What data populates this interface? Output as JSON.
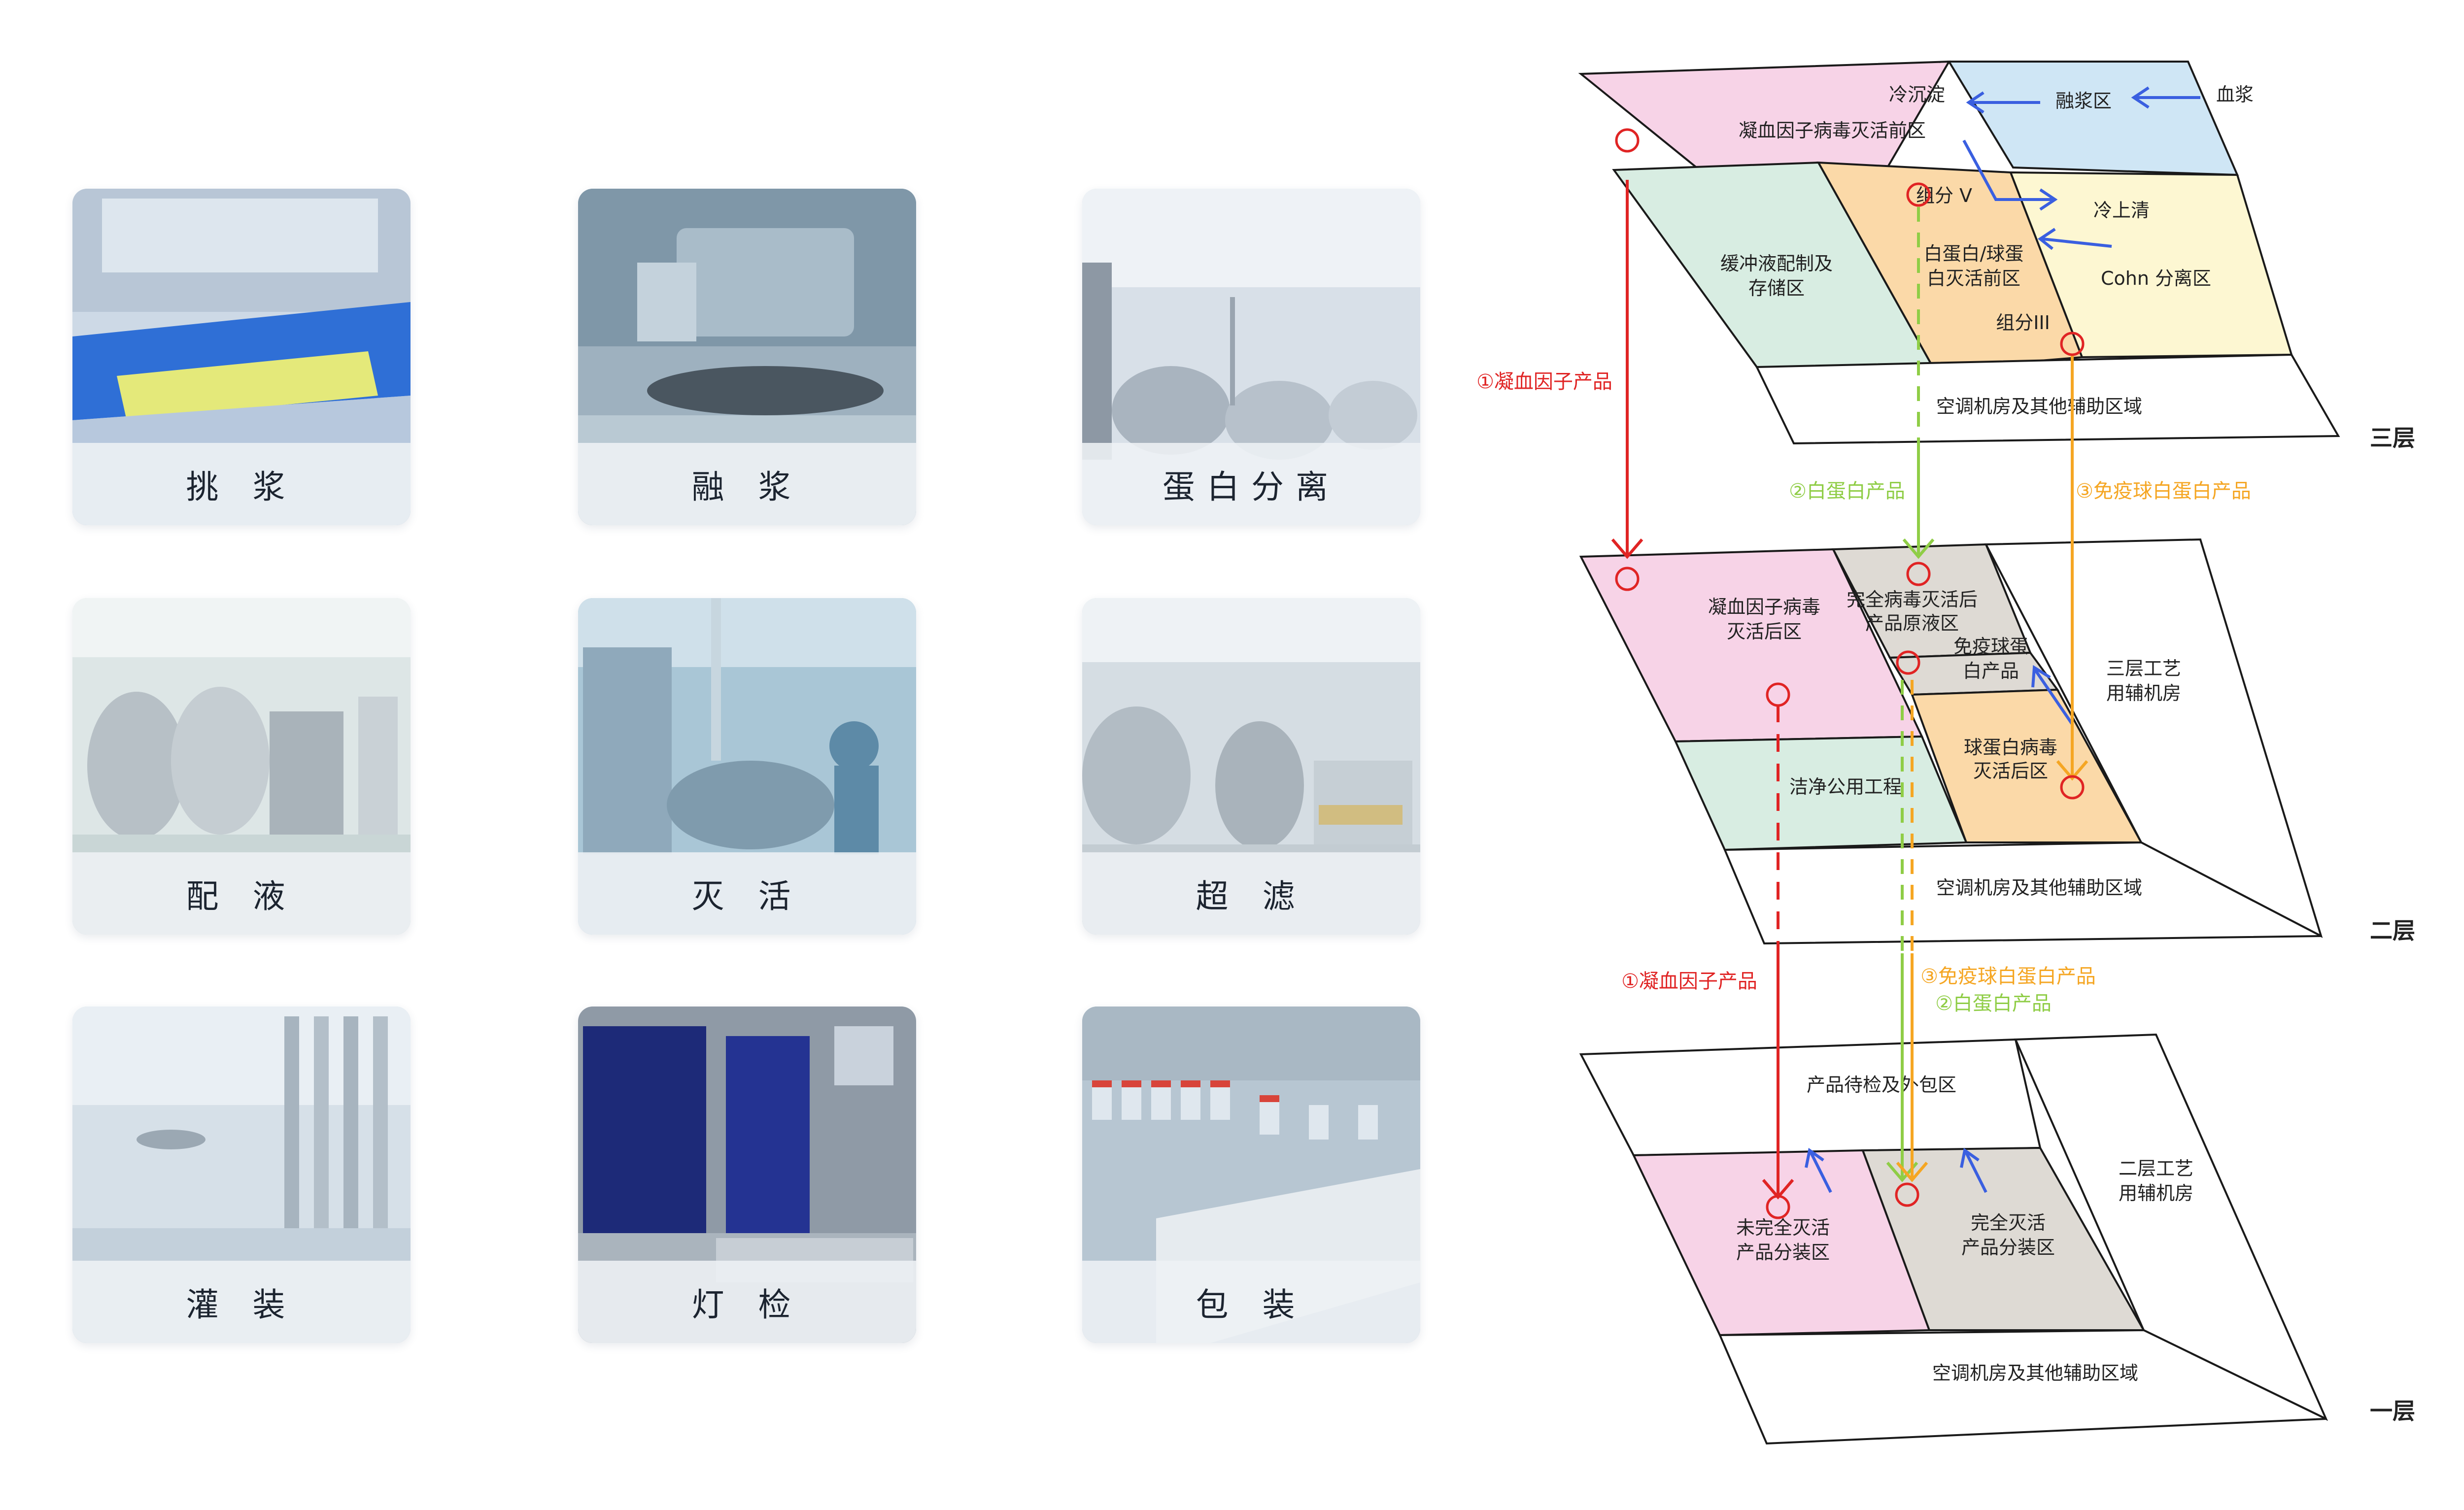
{
  "process_cards": [
    {
      "label": "挑 浆",
      "scene": "blue-trays"
    },
    {
      "label": "融 浆",
      "scene": "machine"
    },
    {
      "label": "蛋白分离",
      "scene": "tanks"
    },
    {
      "label": "配 液",
      "scene": "tanks-room"
    },
    {
      "label": "灭 活",
      "scene": "cleanroom"
    },
    {
      "label": "超 滤",
      "scene": "tanks-room"
    },
    {
      "label": "灌 装",
      "scene": "filling-line"
    },
    {
      "label": "灯 检",
      "scene": "inspection"
    },
    {
      "label": "包 装",
      "scene": "vials"
    }
  ],
  "floors": {
    "floor3": {
      "label": "三层",
      "zones": {
        "precursor": "凝血因子病毒灭活前区",
        "cryo": "冷沉淀",
        "thaw": "融浆区",
        "plasma": "血浆",
        "buffer_l1": "缓冲液配制及",
        "buffer_l2": "存储区",
        "fraction_v": "组分 V",
        "albumin_l1": "白蛋白/球蛋",
        "albumin_l2": "白灭活前区",
        "cold_sup": "冷上清",
        "cohn": "Cohn 分离区",
        "fraction_iii": "组分III",
        "aux": "空调机房及其他辅助区域"
      }
    },
    "floor2": {
      "label": "二层",
      "zones": {
        "coag_post_l1": "凝血因子病毒",
        "coag_post_l2": "灭活后区",
        "complete_l1": "完全病毒灭活后",
        "complete_l2": "产品原液区",
        "immuno_l1": "免疫球蛋",
        "immuno_l2": "白产品",
        "third_aux_l1": "三层工艺",
        "third_aux_l2": "用辅机房",
        "clean": "洁净公用工程",
        "globulin_l1": "球蛋白病毒",
        "globulin_l2": "灭活后区",
        "aux": "空调机房及其他辅助区域"
      }
    },
    "floor1": {
      "label": "一层",
      "zones": {
        "inspection": "产品待检及外包区",
        "second_aux_l1": "二层工艺",
        "second_aux_l2": "用辅机房",
        "incomplete_l1": "未完全灭活",
        "incomplete_l2": "产品分装区",
        "complete_l1": "完全灭活",
        "complete_l2": "产品分装区",
        "aux": "空调机房及其他辅助区域"
      }
    }
  },
  "flow_labels": {
    "coag_upper": "①凝血因子产品",
    "albumin_upper": "②白蛋白产品",
    "immuno_upper": "③免疫球白蛋白产品",
    "coag_lower": "①凝血因子产品",
    "immuno_lower": "③免疫球白蛋白产品",
    "albumin_lower": "②白蛋白产品"
  },
  "colors": {
    "pink": "#f7d3e7",
    "blue": "#cfe6f5",
    "green": "#d8ede2",
    "orange": "#fbd9a8",
    "yellow": "#fdf7d2",
    "gray": "#dedad4",
    "red": "#e02424",
    "light_green": "#8fcd46",
    "orange_line": "#f5a623",
    "arrow_blue": "#3a5fe0"
  }
}
